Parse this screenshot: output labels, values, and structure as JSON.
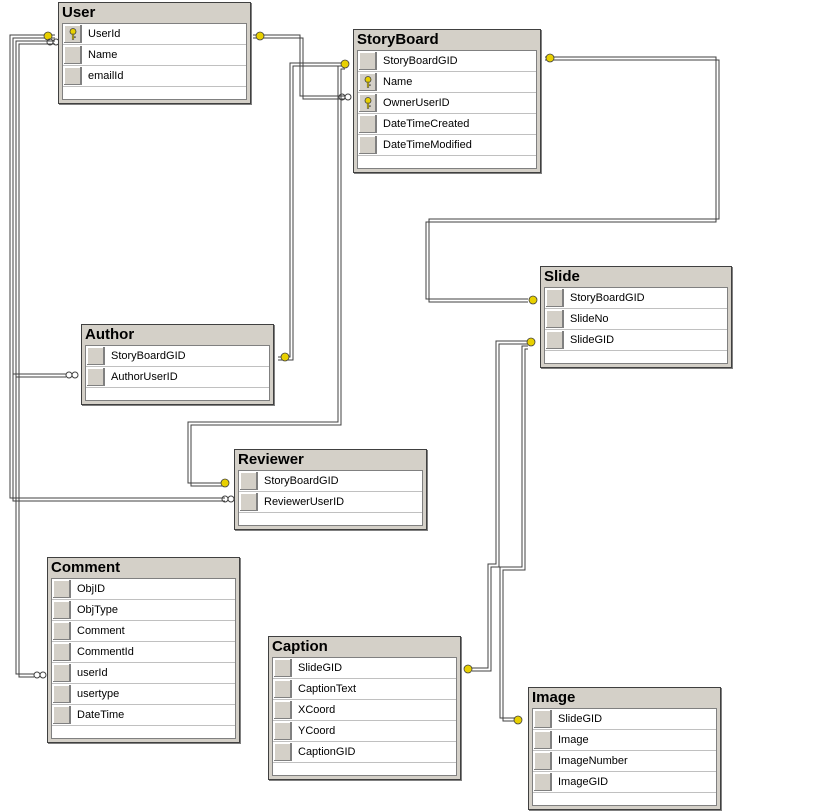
{
  "tables": {
    "user": {
      "title": "User",
      "columns": [
        {
          "name": "UserId",
          "pk": true
        },
        {
          "name": "Name",
          "pk": false
        },
        {
          "name": "emailId",
          "pk": false
        }
      ]
    },
    "storyboard": {
      "title": "StoryBoard",
      "columns": [
        {
          "name": "StoryBoardGID",
          "pk": false
        },
        {
          "name": "Name",
          "pk": true
        },
        {
          "name": "OwnerUserID",
          "pk": true
        },
        {
          "name": "DateTimeCreated",
          "pk": false
        },
        {
          "name": "DateTimeModified",
          "pk": false
        }
      ]
    },
    "slide": {
      "title": "Slide",
      "columns": [
        {
          "name": "StoryBoardGID",
          "pk": false
        },
        {
          "name": "SlideNo",
          "pk": false
        },
        {
          "name": "SlideGID",
          "pk": false
        }
      ]
    },
    "author": {
      "title": "Author",
      "columns": [
        {
          "name": "StoryBoardGID",
          "pk": false
        },
        {
          "name": "AuthorUserID",
          "pk": false
        }
      ]
    },
    "reviewer": {
      "title": "Reviewer",
      "columns": [
        {
          "name": "StoryBoardGID",
          "pk": false
        },
        {
          "name": "ReviewerUserID",
          "pk": false
        }
      ]
    },
    "comment": {
      "title": "Comment",
      "columns": [
        {
          "name": "ObjID",
          "pk": false
        },
        {
          "name": "ObjType",
          "pk": false
        },
        {
          "name": "Comment",
          "pk": false
        },
        {
          "name": "CommentId",
          "pk": false
        },
        {
          "name": "userId",
          "pk": false
        },
        {
          "name": "usertype",
          "pk": false
        },
        {
          "name": "DateTime",
          "pk": false
        }
      ]
    },
    "caption": {
      "title": "Caption",
      "columns": [
        {
          "name": "SlideGID",
          "pk": false
        },
        {
          "name": "CaptionText",
          "pk": false
        },
        {
          "name": "XCoord",
          "pk": false
        },
        {
          "name": "YCoord",
          "pk": false
        },
        {
          "name": "CaptionGID",
          "pk": false
        }
      ]
    },
    "image": {
      "title": "Image",
      "columns": [
        {
          "name": "SlideGID",
          "pk": false
        },
        {
          "name": "Image",
          "pk": false
        },
        {
          "name": "ImageNumber",
          "pk": false
        },
        {
          "name": "ImageGID",
          "pk": false
        }
      ]
    }
  },
  "colors": {
    "key_icon": "#e8d000",
    "line": "#404040",
    "table_bg": "#d4d0c8"
  }
}
